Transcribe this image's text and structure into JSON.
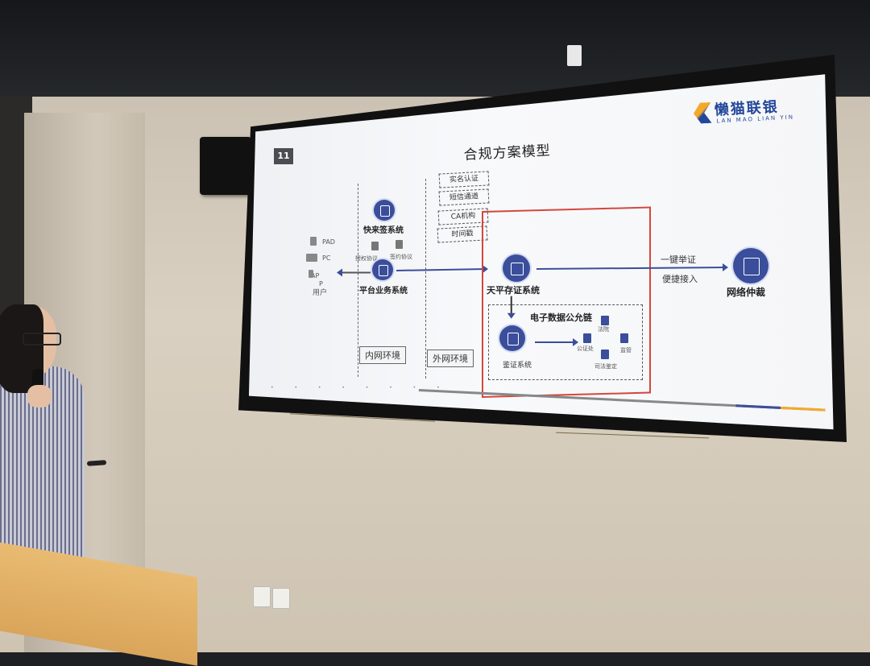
{
  "slide": {
    "number": "11",
    "title": "合规方案模型",
    "logo": {
      "name": "懒猫联银",
      "sub": "LAN MAO LIAN YIN"
    },
    "devices": [
      "PAD",
      "PC",
      "AP",
      "P"
    ],
    "user_label": "用户",
    "inner_systems": {
      "kuailaiqian": "快来签系统",
      "platform": "平台业务系统",
      "protocol_left": "授权协议",
      "protocol_right": "签约协议"
    },
    "outer_services": [
      "实名认证",
      "短信通道",
      "CA机构",
      "时间戳"
    ],
    "env_inner": "内网环境",
    "env_outer": "外网环境",
    "tianping": "天平存证系统",
    "chain": "电子数据公允链",
    "jianzheng": "鉴证系统",
    "chain_nodes": [
      "法院",
      "公证处",
      "监管",
      "司法鉴定"
    ],
    "one_click": "一键举证",
    "convenient": "便捷接入",
    "arbitration": "网络仲裁"
  }
}
